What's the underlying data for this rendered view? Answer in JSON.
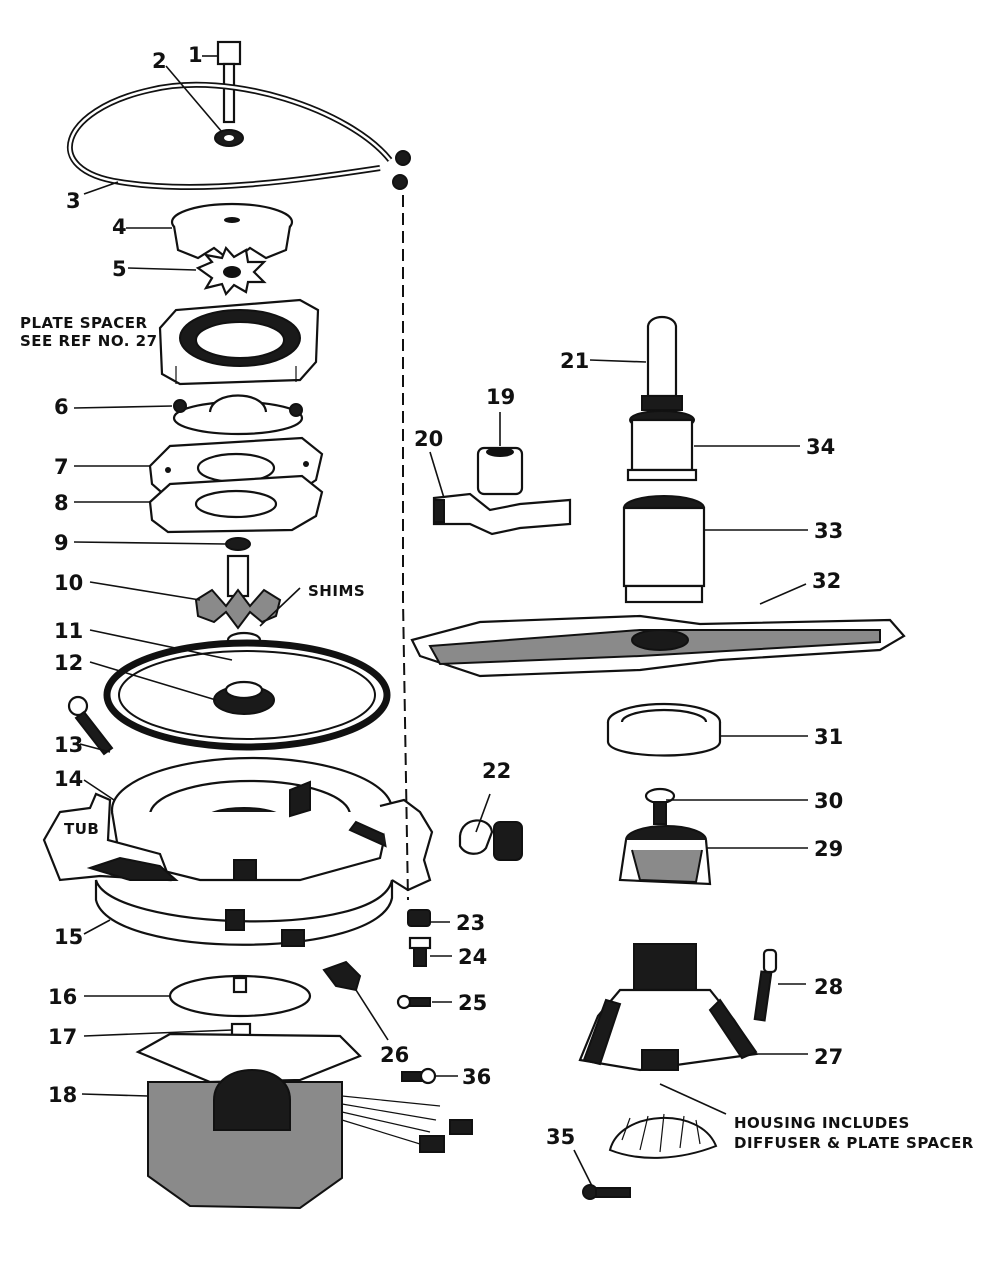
{
  "diagram": {
    "callouts": [
      {
        "id": "1",
        "text": "1"
      },
      {
        "id": "2",
        "text": "2"
      },
      {
        "id": "3",
        "text": "3"
      },
      {
        "id": "4",
        "text": "4"
      },
      {
        "id": "5",
        "text": "5"
      },
      {
        "id": "6",
        "text": "6"
      },
      {
        "id": "7",
        "text": "7"
      },
      {
        "id": "8",
        "text": "8"
      },
      {
        "id": "9",
        "text": "9"
      },
      {
        "id": "10",
        "text": "10"
      },
      {
        "id": "11",
        "text": "11"
      },
      {
        "id": "12",
        "text": "12"
      },
      {
        "id": "13",
        "text": "13"
      },
      {
        "id": "14",
        "text": "14"
      },
      {
        "id": "15",
        "text": "15"
      },
      {
        "id": "16",
        "text": "16"
      },
      {
        "id": "17",
        "text": "17"
      },
      {
        "id": "18",
        "text": "18"
      },
      {
        "id": "19",
        "text": "19"
      },
      {
        "id": "20",
        "text": "20"
      },
      {
        "id": "21",
        "text": "21"
      },
      {
        "id": "22",
        "text": "22"
      },
      {
        "id": "23",
        "text": "23"
      },
      {
        "id": "24",
        "text": "24"
      },
      {
        "id": "25",
        "text": "25"
      },
      {
        "id": "26",
        "text": "26"
      },
      {
        "id": "27",
        "text": "27"
      },
      {
        "id": "28",
        "text": "28"
      },
      {
        "id": "29",
        "text": "29"
      },
      {
        "id": "30",
        "text": "30"
      },
      {
        "id": "31",
        "text": "31"
      },
      {
        "id": "32",
        "text": "32"
      },
      {
        "id": "33",
        "text": "33"
      },
      {
        "id": "34",
        "text": "34"
      },
      {
        "id": "35",
        "text": "35"
      },
      {
        "id": "36",
        "text": "36"
      }
    ],
    "notes": {
      "plate_spacer_line1": "PLATE SPACER",
      "plate_spacer_line2": "SEE REF NO. 27",
      "shims": "SHIMS",
      "tub": "TUB",
      "housing_line1": "HOUSING INCLUDES",
      "housing_line2": "DIFFUSER & PLATE SPACER"
    }
  }
}
